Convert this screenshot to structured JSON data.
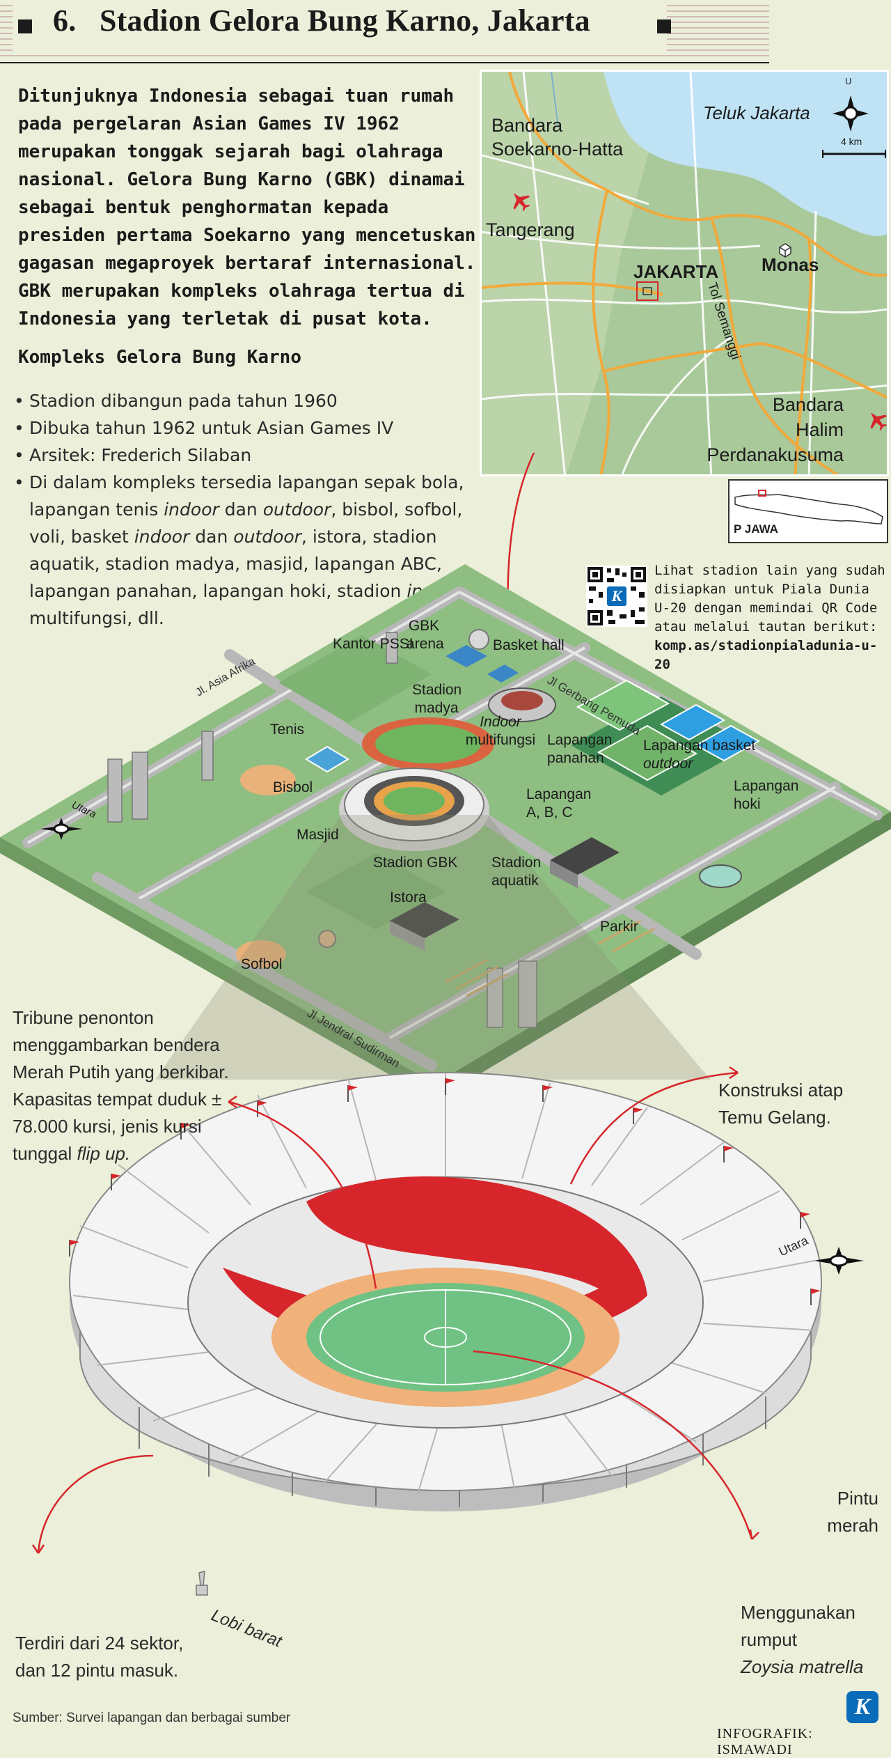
{
  "header": {
    "number": "6.",
    "title": "Stadion Gelora Bung Karno, Jakarta"
  },
  "intro": {
    "paragraph1": "Ditunjuknya Indonesia sebagai tuan rumah pada pergelaran Asian Games IV 1962 merupakan tonggak sejarah bagi olahraga nasional. Gelora Bung Karno (GBK) dinamai sebagai bentuk penghormatan kepada presiden pertama Soekarno yang mencetuskan gagasan megaproyek bertaraf internasional.",
    "paragraph2": "GBK merupakan kompleks olahraga tertua di Indonesia yang terletak di pusat kota."
  },
  "complex": {
    "heading": "Kompleks Gelora Bung Karno",
    "facts": [
      "Stadion dibangun pada tahun 1960",
      "Dibuka tahun 1962 untuk Asian Games IV",
      "Arsitek: Frederich Silaban"
    ],
    "fact4": {
      "part1": "Di dalam kompleks tersedia lapangan sepak bola, lapangan tenis ",
      "em1": "indoor",
      "part2": " dan ",
      "em2": "outdoor",
      "part3": ", bisbol, sofbol, voli, basket ",
      "em3": "indoor",
      "part4": " dan ",
      "em4": "outdoor",
      "part5": ", istora, stadion aquatik, stadion madya, masjid, lapangan ABC, lapangan panahan, lapangan hoki, stadion ",
      "em5": "indoor",
      "part6": " multifungsi, dll."
    }
  },
  "city_map": {
    "bay": "Teluk Jakarta",
    "compass_north": "U",
    "scale": "4 km",
    "airport1_line1": "Bandara",
    "airport1_line2": "Soekarno-Hatta",
    "tangerang": "Tangerang",
    "jakarta": "JAKARTA",
    "monas": "Monas",
    "toll": "Tol Semanggi",
    "airport2_line1": "Bandara",
    "airport2_line2": "Halim",
    "airport2_line3": "Perdanakusuma",
    "inset_label": "P JAWA"
  },
  "qr": {
    "text": "Lihat stadion lain yang sudah disiapkan untuk Piala Dunia U-20 dengan memindai QR Code atau melalui tautan berikut:",
    "link": "komp.as/stadionpialadunia-u-20"
  },
  "complex_map": {
    "kantor_pssi": "Kantor PSSI",
    "gbk_arena": "GBK arena",
    "basket_hall": "Basket hall",
    "jl_gerbang_pemuda": "Jl Gerbang Pemuda",
    "jl_asia_afrika": "Jl. Asia Afrika",
    "stadion_madya": "Stadion madya",
    "indoor": "Indoor",
    "multifungsi": "multifungsi",
    "tenis": "Tenis",
    "lapangan_panahan": "Lapangan panahan",
    "lapangan_basket": "Lapangan basket",
    "outdoor": "outdoor",
    "bisbol": "Bisbol",
    "utara": "Utara",
    "lapangan_abc": "Lapangan A, B, C",
    "lapangan_hoki": "Lapangan hoki",
    "masjid": "Masjid",
    "stadion_gbk": "Stadion GBK",
    "stadion_aquatik": "Stadion aquatik",
    "istora": "Istora",
    "parkir": "Parkir",
    "sofbol": "Sofbol",
    "jl_jendral_sudirman": "Jl Jendral Sudirman"
  },
  "stadium": {
    "tribune": "Tribune penonton menggambarkan bendera Merah Putih yang berkibar. Kapasitas tempat duduk ± 78.000 kursi, jenis kursi tunggal",
    "tribune_em": "flip up.",
    "roof": "Konstruksi atap Temu Gelang.",
    "utara": "Utara",
    "gate": "Pintu merah",
    "sectors": "Terdiri dari 24 sektor, dan 12 pintu masuk.",
    "lobby": "Lobi barat",
    "grass": "Menggunakan rumput",
    "grass_em": "Zoysia matrella"
  },
  "footer": {
    "source": "Sumber: Survei lapangan dan berbagai sumber",
    "credit": "INFOGRAFIK: ISMAWADI",
    "logo": "K"
  },
  "colors": {
    "background": "#ecefd9",
    "map_green": "#a9c99a",
    "sea_blue": "#bfe3f5",
    "road_orange": "#f2a93b",
    "iso_green": "#93c387",
    "red": "#d6262b"
  }
}
